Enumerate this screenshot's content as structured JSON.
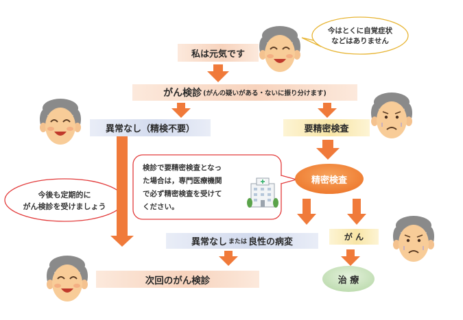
{
  "bubbles": {
    "top_speech": [
      "今はとくに自覚症状",
      "などはありません"
    ],
    "left_speech": [
      "今後も定期的に",
      "がん検診を受けましょう"
    ],
    "info": [
      "検診で要精密検査となっ",
      "た場合は，専門医療機関",
      "で必ず精密検査を受けて",
      "ください。"
    ]
  },
  "flow": {
    "start": "私は元気です",
    "screening_main": "がん検診",
    "screening_sub": "(がんの疑いがある・ないに振り分けます)",
    "no_abnormal": "異常なし（精検不要）",
    "needs_exam": "要精密検査",
    "detailed_exam": "精密検査",
    "result_a": "異常なし",
    "result_mid": "または",
    "result_b": "良性の病変",
    "cancer": "が ん",
    "treatment": "治 療",
    "next_screening": "次回のがん検診"
  },
  "colors": {
    "arrow": "#f07a3a",
    "peach": "#f7d3bd",
    "blue": "#d3dbee",
    "yellow": "#f8e5a6",
    "green": "#c8e2bd",
    "hospital_cross": "#3cb371"
  }
}
